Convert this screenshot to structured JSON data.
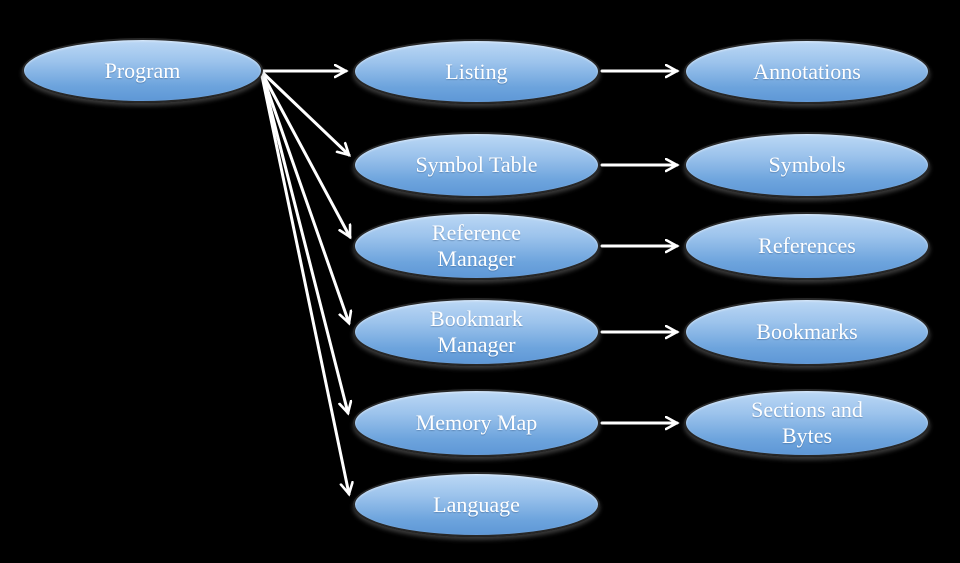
{
  "diagram": {
    "background_color": "#000000",
    "node_fill_top": "#bcd8f5",
    "node_fill_bottom": "#5e97d6",
    "node_border_color": "#272727",
    "node_text_color": "#ffffff",
    "arrow_color": "#ffffff",
    "nodes": {
      "program": {
        "label": "Program"
      },
      "listing": {
        "label": "Listing"
      },
      "annotations": {
        "label": "Annotations"
      },
      "symbol_table": {
        "label": "Symbol Table"
      },
      "symbols": {
        "label": "Symbols"
      },
      "reference_manager": {
        "label": "Reference Manager"
      },
      "references": {
        "label": "References"
      },
      "bookmark_manager": {
        "label": "Bookmark Manager"
      },
      "bookmarks": {
        "label": "Bookmarks"
      },
      "memory_map": {
        "label": "Memory Map"
      },
      "sections_bytes": {
        "label": "Sections and Bytes"
      },
      "language": {
        "label": "Language"
      }
    },
    "edges": [
      {
        "from": "program",
        "to": "listing"
      },
      {
        "from": "program",
        "to": "symbol_table"
      },
      {
        "from": "program",
        "to": "reference_manager"
      },
      {
        "from": "program",
        "to": "bookmark_manager"
      },
      {
        "from": "program",
        "to": "memory_map"
      },
      {
        "from": "program",
        "to": "language"
      },
      {
        "from": "listing",
        "to": "annotations"
      },
      {
        "from": "symbol_table",
        "to": "symbols"
      },
      {
        "from": "reference_manager",
        "to": "references"
      },
      {
        "from": "bookmark_manager",
        "to": "bookmarks"
      },
      {
        "from": "memory_map",
        "to": "sections_bytes"
      }
    ]
  }
}
